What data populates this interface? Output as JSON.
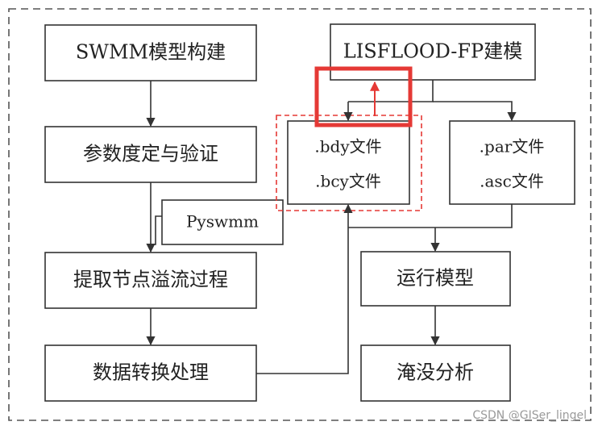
{
  "boxes": {
    "swmm_build": "SWMM模型构建",
    "param_calibration": "参数度定与验证",
    "extract_overflow": "提取节点溢流过程",
    "data_conversion": "数据转换处理",
    "pyswmm": "Pyswmm",
    "lisflood_model": "LISFLOOD-FP建模",
    "bdy_file": ".bdy文件",
    "bcy_file": ".bcy文件",
    "par_file": ".par文件",
    "asc_file": ".asc文件",
    "run_model": "运行模型",
    "inundation_analysis": "淹没分析"
  },
  "watermark": "CSDN @GISer_lingel",
  "colors": {
    "line": "#333333",
    "highlight_red": "#e53935",
    "dashed_frame": "#555555",
    "watermark": "#9a9a9a"
  }
}
